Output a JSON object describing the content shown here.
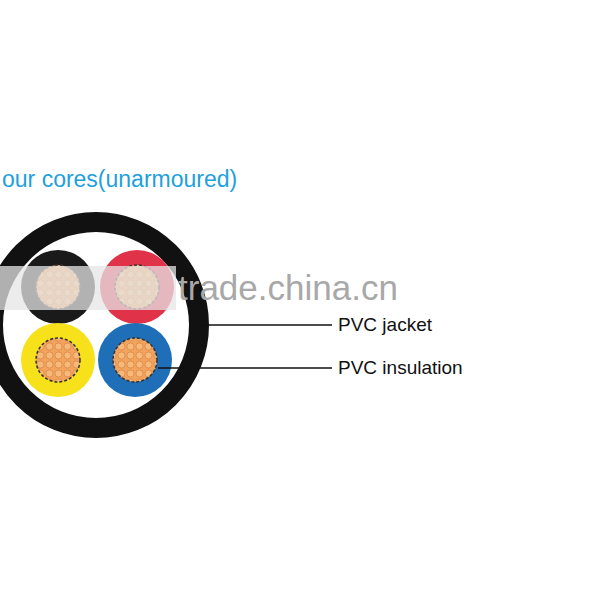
{
  "diagram": {
    "title": "our cores(unarmoured)",
    "labels": [
      "PVC jacket",
      "PVC insulation",
      "trade.china.cn"
    ]
  }
}
